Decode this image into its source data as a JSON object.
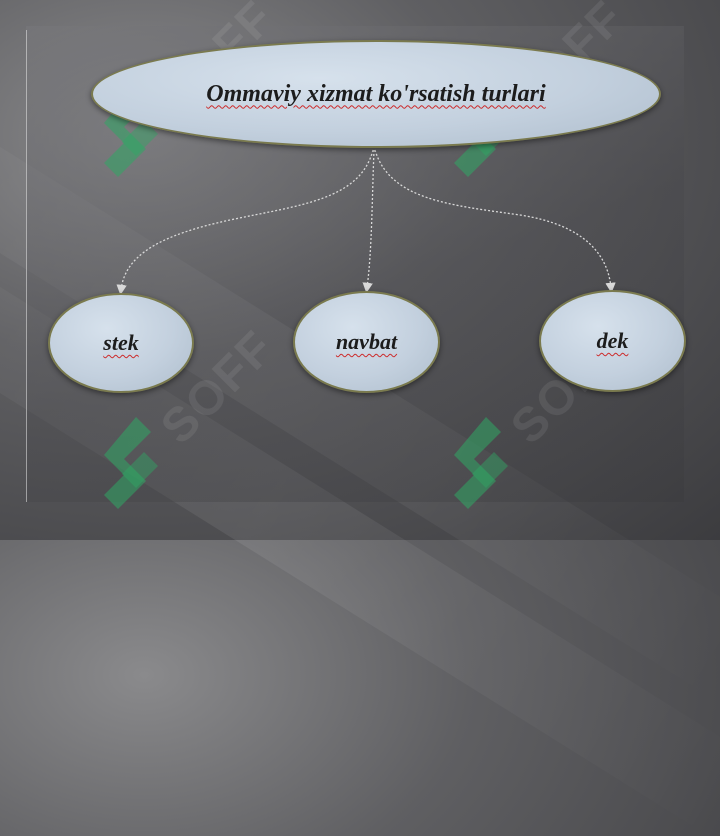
{
  "diagram": {
    "root": {
      "label": "Ommaviy xizmat ko'rsatish turlari"
    },
    "children": [
      {
        "label": "stek"
      },
      {
        "label": "navbat"
      },
      {
        "label": "dek"
      }
    ]
  },
  "watermark": {
    "text": "SOFF"
  },
  "colors": {
    "node_fill": "#c8d4e2",
    "node_border": "#7a7a4e",
    "connector": "#d9d9d9",
    "watermark_green": "#2fa864"
  }
}
